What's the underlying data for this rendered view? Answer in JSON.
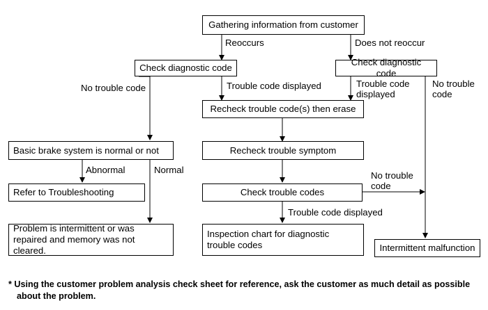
{
  "boxes": {
    "gather": "Gathering information from customer",
    "check_left": "Check diagnostic code",
    "check_right": "Check diagnostic code",
    "recheck_erase": "Recheck trouble code(s) then erase",
    "basic_brake": "Basic brake system is normal or not",
    "recheck_symptom": "Recheck trouble symptom",
    "refer": "Refer to  Troubleshooting",
    "check_codes": "Check trouble codes",
    "intermittent_repaired": "Problem is intermittent or was repaired and memory was not cleared.",
    "inspection_chart": "Inspection chart for diagnostic trouble codes",
    "intermittent_malfunction": "Intermittent malfunction"
  },
  "labels": {
    "reoccurs": "Reoccurs",
    "does_not_reoccur": "Does not reoccur",
    "no_trouble_code_left": "No trouble code",
    "trouble_code_displayed_mid": "Trouble code displayed",
    "trouble_code_displayed_right": "Trouble code displayed",
    "no_trouble_code_right": "No trouble code",
    "abnormal": "Abnormal",
    "normal": "Normal",
    "no_trouble_code_mid": "No trouble code",
    "trouble_code_displayed_bottom": "Trouble code displayed"
  },
  "footnote": "* Using the customer problem analysis check sheet for reference, ask the customer as much detail as possible about the problem."
}
